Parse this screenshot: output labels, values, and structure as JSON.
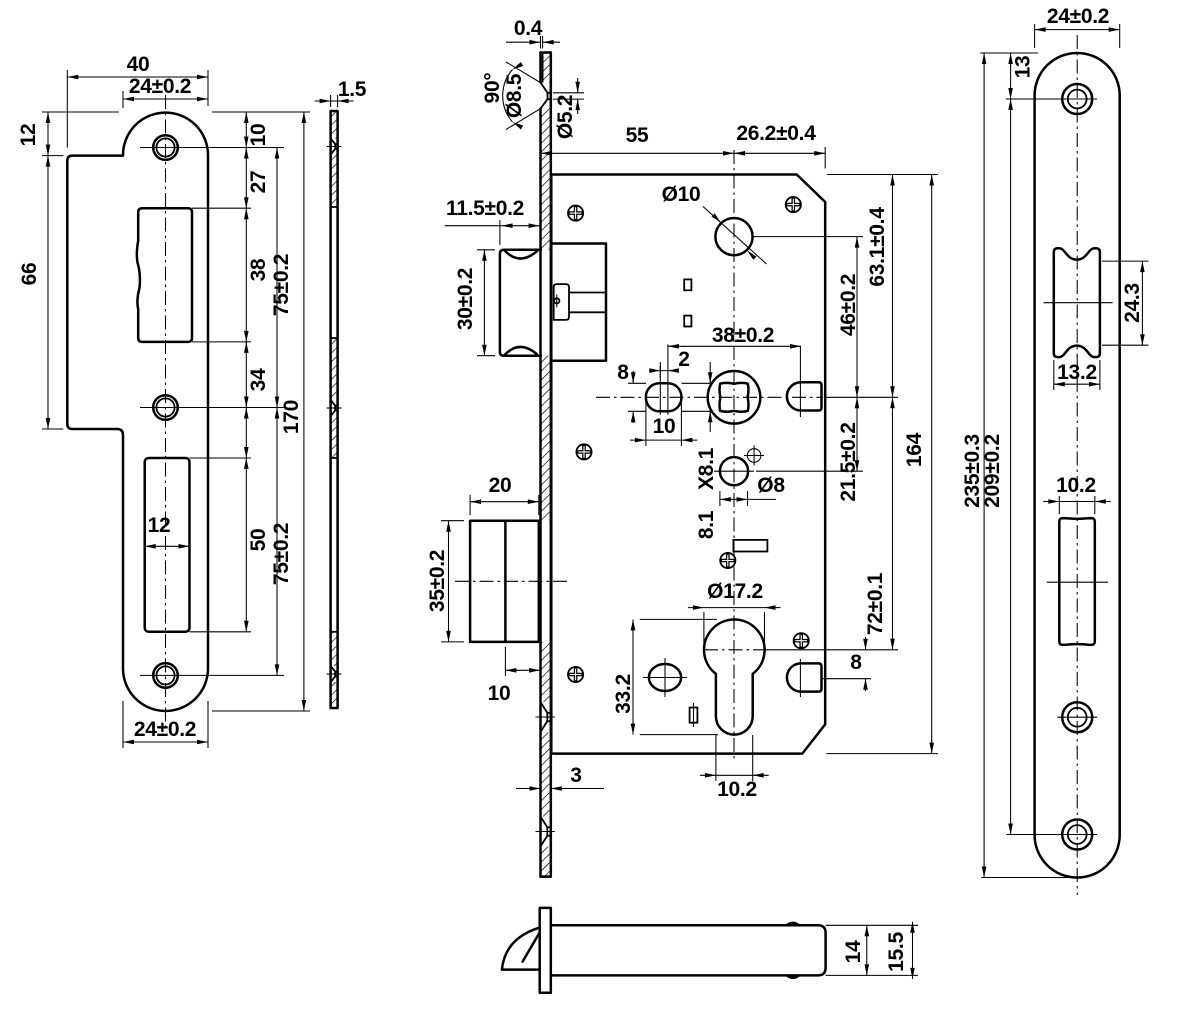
{
  "meta": {
    "title": "Mortise lock technical drawing",
    "background_color": "#ffffff",
    "line_color": "#000000",
    "units": "mm"
  },
  "views": {
    "strike_plate_front": {
      "name": "strike plate front view",
      "labels": {
        "width_overall": "40",
        "width_plate_top": "24±0.2",
        "lip_offset_top": "12",
        "lip_height": "66",
        "hole_top_offset": "10",
        "latch_cutout_offset": "27",
        "latch_cutout_height": "38",
        "hole_spacing_top": "75±0.2",
        "hole_gap_mid": "34",
        "plate_length": "170",
        "bolt_cutout_width": "12",
        "bolt_cutout_height": "50",
        "hole_spacing_bottom": "75±0.2",
        "width_plate_bottom": "24±0.2"
      }
    },
    "strike_plate_side": {
      "name": "strike plate side section view",
      "labels": {
        "thickness": "1.5"
      }
    },
    "lock_body": {
      "name": "lock case side view",
      "labels": {
        "faceplate_lip": "0.4",
        "countersink_angle": "90°",
        "countersink_dia": "Ø8.5",
        "screw_hole_dia": "Ø5.2",
        "backset": "55",
        "spindle_to_edge": "26.2±0.4",
        "top_hole_dia": "Ø10",
        "latch_protrusion": "11.5±0.2",
        "latch_height": "30±0.2",
        "handle_hole_spacing": "38±0.2",
        "offset_2": "2",
        "oval_height": "8",
        "oval_width": "10",
        "follower_square": "X8.1",
        "hole_dia_8": "Ø8",
        "follower_width": "8.1",
        "distance_46": "46±0.2",
        "distance_63": "63.1±0.4",
        "distance_21": "21.5±0.2",
        "case_height": "164",
        "distance_72": "72±0.1",
        "deadbolt_width": "20",
        "deadbolt_height": "35±0.2",
        "deadbolt_throw": "10",
        "cylinder_dia": "Ø17.2",
        "cylinder_cutout_height": "33.2",
        "offset_8": "8",
        "cylinder_stem_width": "10.2",
        "faceplate_thickness": "3"
      }
    },
    "latch_side": {
      "name": "latch bolt side view",
      "labels": {
        "body_height": "14",
        "overall_height": "15.5"
      }
    },
    "faceplate_front": {
      "name": "faceplate front view",
      "labels": {
        "width": "24±0.2",
        "hole_top_offset": "13",
        "latch_opening_height": "24.3",
        "latch_opening_width": "13.2",
        "bolt_opening_width": "10.2",
        "length_overall": "235±0.3",
        "hole_spacing": "209±0.2"
      }
    }
  }
}
